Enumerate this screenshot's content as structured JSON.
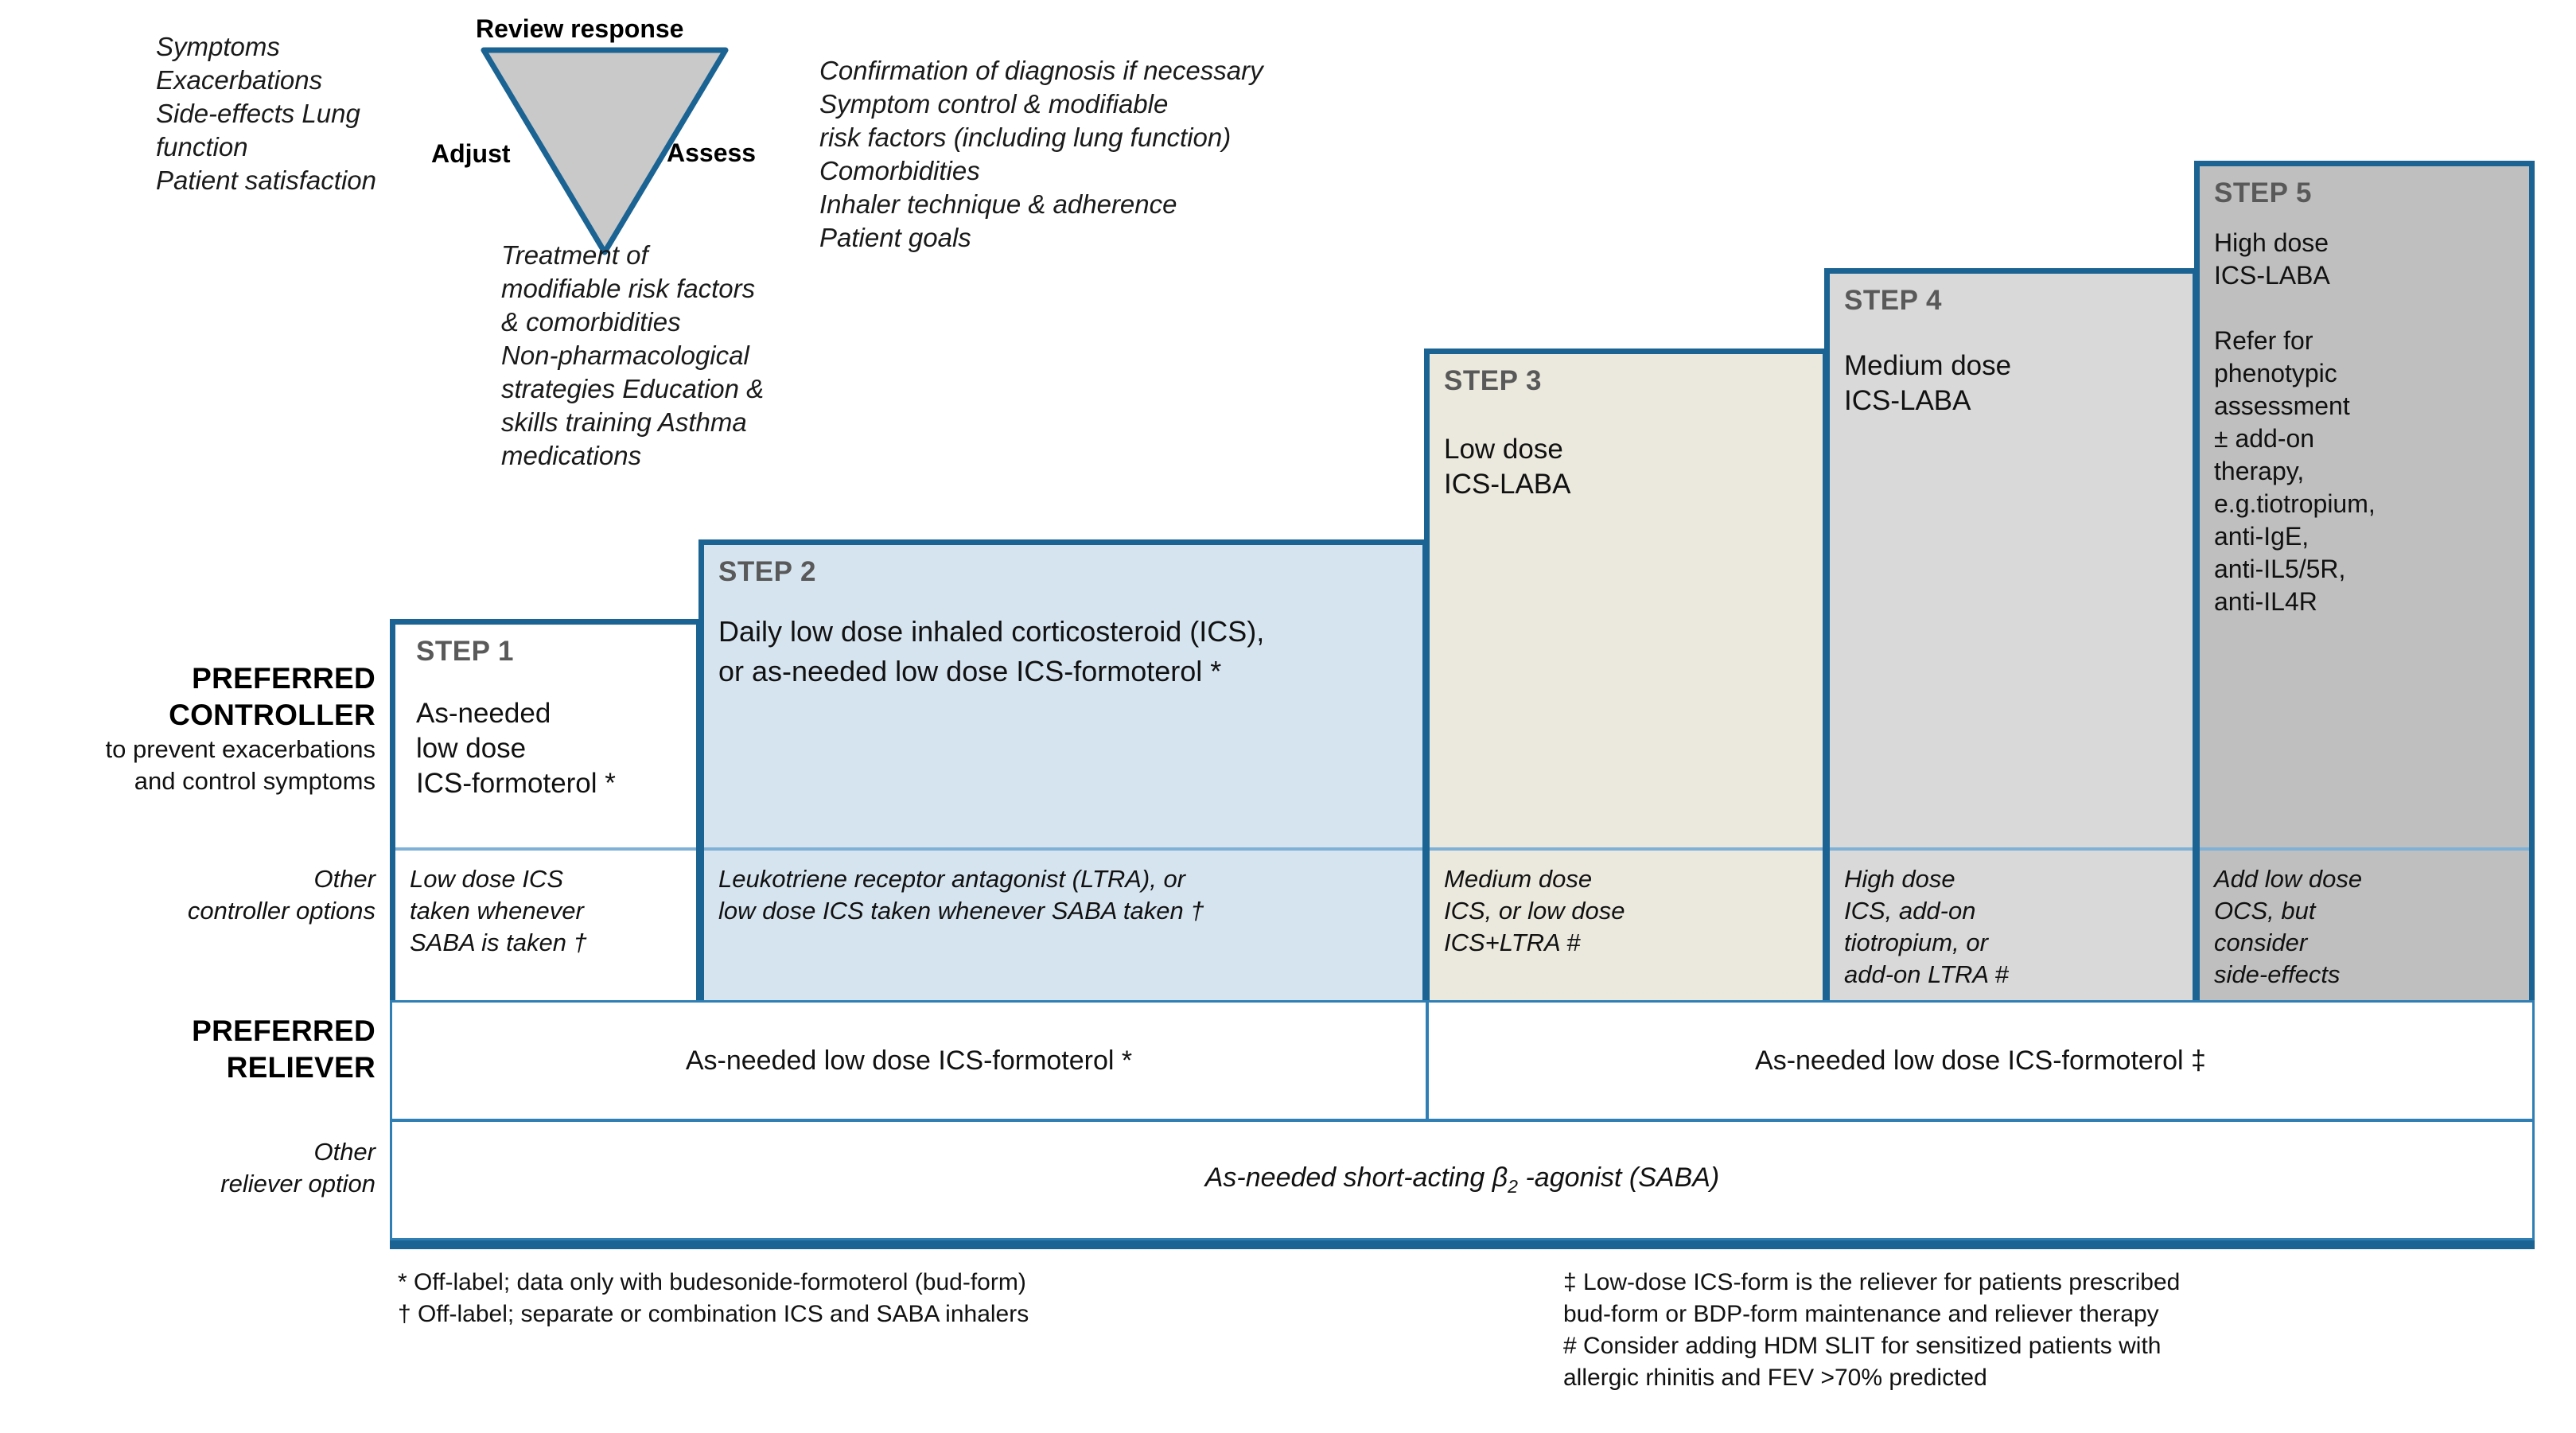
{
  "cycle": {
    "left_text": "Symptoms\nExacerbations\nSide-effects  Lung\nfunction\nPatient satisfaction",
    "right_text": "Confirmation of diagnosis if necessary\nSymptom control & modifiable\nrisk factors (including lung function)\nComorbidities\nInhaler technique & adherence\nPatient goals",
    "bottom_text": "Treatment of\nmodifiable risk  factors\n& comorbidities\nNon-pharmacological\nstrategies  Education &\nskills training  Asthma\nmedications",
    "label_review": "Review response",
    "label_adjust": "Adjust",
    "label_assess": "Assess",
    "triangle_fill": "#c9c9c9",
    "triangle_stroke": "#1b6392"
  },
  "row_labels": {
    "controller_strong": "PREFERRED\nCONTROLLER",
    "controller_sub": "to prevent  exacerbations\nand control symptoms",
    "other_controller": "Other\ncontroller options",
    "reliever_strong": "PREFERRED\nRELIEVER",
    "other_reliever": "Other\nreliever option"
  },
  "steps": [
    {
      "label": "STEP  1",
      "body": "As-needed\nlow dose\nICS-formoterol *",
      "other_options": "Low dose ICS\ntaken whenever\nSABA is taken †",
      "bg": "#ffffff",
      "other_bg": "#ffffff"
    },
    {
      "label": "STEP  2",
      "body": "Daily  low dose inhaled  corticosteroid (ICS),\nor as-needed low dose ICS-formoterol *",
      "other_options": "Leukotriene receptor antagonist (LTRA), or\nlow dose ICS taken whenever  SABA taken †",
      "bg": "#d6e4f0",
      "other_bg": "#d6e4f0"
    },
    {
      "label": "STEP  3",
      "body": "Low dose\nICS-LABA",
      "other_options": "Medium  dose\nICS, or low dose\nICS+LTRA  #",
      "bg": "#ebe9de",
      "other_bg": "#ebe9de"
    },
    {
      "label": "STEP  4",
      "body": "Medium  dose\nICS-LABA",
      "other_options": "High dose\nICS, add-on\ntiotropium, or\nadd-on LTRA #",
      "bg": "#d9d9d9",
      "other_bg": "#d9d9d9"
    },
    {
      "label": "STEP  5",
      "body": "High  dose\nICS-LABA\n\nRefer for\nphenotypic\nassessment\n± add-on\ntherapy,\ne.g.tiotropium,\nanti-IgE,\nanti-IL5/5R,\nanti-IL4R",
      "other_options": "Add low dose\nOCS, but\nconsider\nside-effects",
      "bg": "#bfbfbf",
      "other_bg": "#bfbfbf"
    }
  ],
  "reliever": {
    "preferred_left": "As-needed  low dose ICS-formoterol *",
    "preferred_right": "As-needed  low dose ICS-formoterol ‡",
    "other_full_width": "As-needed short-acting  β2 -agonist (SABA)",
    "other_full_width_pre": "As-needed short-acting  β",
    "other_full_width_sub": "2",
    "other_full_width_post": " -agonist (SABA)"
  },
  "footnotes": {
    "left": "*  Off-label;  data only with budesonide-formoterol (bud-form)\n† Off-label;  separate  or combination  ICS and SABA inhalers",
    "right": "‡ Low-dose ICS-form  is the reliever  for patients prescribed\n   bud-form  or BDP-form maintenance  and reliever therapy\n# Consider  adding HDM SLIT  for sensitized  patients with\n   allergic rhinitis  and FEV  >70% predicted"
  },
  "colors": {
    "accent_blue": "#1b6392",
    "thin_blue": "#2f7fb5",
    "step_label_gray": "#595959"
  }
}
